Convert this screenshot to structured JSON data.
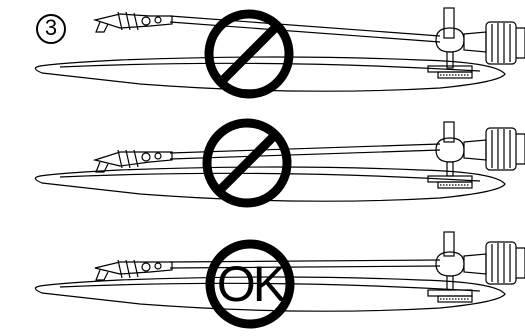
{
  "step_number": "3",
  "panels": [
    {
      "verdict": "prohibited",
      "symbol": "no-symbol"
    },
    {
      "verdict": "prohibited",
      "symbol": "no-symbol"
    },
    {
      "verdict": "correct",
      "label": "OK"
    }
  ],
  "colors": {
    "line": "#000000",
    "background": "#ffffff"
  }
}
